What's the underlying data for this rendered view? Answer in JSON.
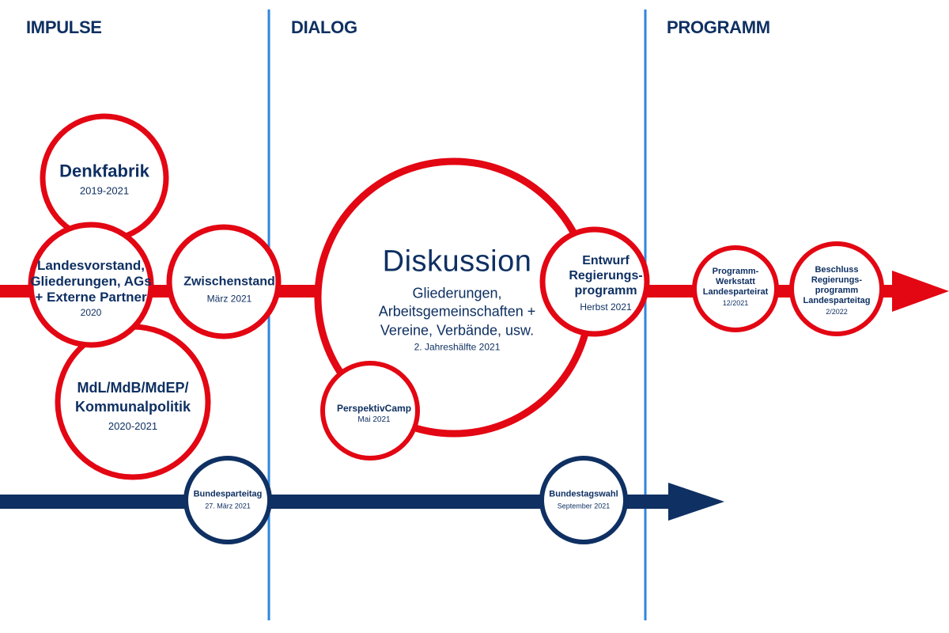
{
  "colors": {
    "red": "#e30613",
    "navy": "#0f3062",
    "divider": "#2e86de"
  },
  "phases": {
    "impulse": "IMPULSE",
    "dialog": "DIALOG",
    "programm": "PROGRAMM"
  },
  "nodes": {
    "denkfabrik": {
      "title": "Denkfabrik",
      "date": "2019-2021"
    },
    "landesvorstand": {
      "title_lines": [
        "Landesvorstand,",
        "Gliederungen, AGs",
        "+ Externe Partner"
      ],
      "date": "2020"
    },
    "mdl": {
      "title_lines": [
        "MdL/MdB/MdEP/",
        "Kommunalpolitik"
      ],
      "date": "2020-2021"
    },
    "zwischenstand": {
      "title": "Zwischenstand",
      "date": "März 2021"
    },
    "diskussion": {
      "title": "Diskussion",
      "lines": [
        "Gliederungen,",
        "Arbeitsgemeinschaften +",
        "Vereine, Verbände, usw."
      ],
      "date": "2. Jahreshälfte 2021"
    },
    "perspektivcamp": {
      "title": "PerspektivCamp",
      "date": "Mai 2021"
    },
    "entwurf": {
      "title_lines": [
        "Entwurf",
        "Regierungs-",
        "programm"
      ],
      "date": "Herbst 2021"
    },
    "werkstatt": {
      "title_lines": [
        "Programm-",
        "Werkstatt",
        "Landesparteirat"
      ],
      "date": "12/2021"
    },
    "beschluss": {
      "title_lines": [
        "Beschluss",
        "Regierungs-",
        "programm",
        "Landesparteitag"
      ],
      "date": "2/2022"
    },
    "bundesparteitag": {
      "title": "Bundesparteitag",
      "date": "27. März 2021"
    },
    "bundestagswahl": {
      "title": "Bundestagswahl",
      "date": "September 2021"
    }
  }
}
